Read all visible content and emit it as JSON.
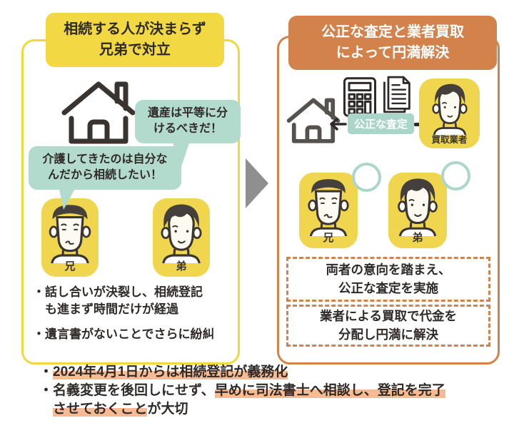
{
  "colors": {
    "yellow_border": "#f0d83f",
    "yellow_fill": "#f2d943",
    "character_yellow": "#f0d64f",
    "orange": "#d3824b",
    "teal_bubble": "#b2dbce",
    "teal_badge": "#a9d6c9",
    "highlight": "#f6bb93",
    "text_dark": "#2f2a28",
    "arrow_gray": "#8f8f8f"
  },
  "left_panel": {
    "title": "相続する人が決まらず\n兄弟で対立",
    "bubble_equal": "遺産は平等に分\nけるべきだ！",
    "bubble_care": "介護してきたのは自分な\nんだから相続したい！",
    "older_brother_label": "兄",
    "younger_brother_label": "弟",
    "bullets": [
      "・話し合いが決裂し、相続登記\n　も進まず時間だけが経過",
      "・遺言書がないことでさらに紛糾"
    ]
  },
  "right_panel": {
    "title": "公正な査定と業者買取\nによって円満解決",
    "appraisal_label": "公正な査定",
    "buyer_label": "買取業者",
    "older_brother_label": "兄",
    "younger_brother_label": "弟",
    "box_appraisal": "両者の意向を踏まえ、\n公正な査定を実施",
    "box_buyout": "業者による買取で代金を\n分配し円満に解決"
  },
  "footer": {
    "line1": {
      "bullet": "・",
      "pre": "",
      "hl": "2024年4月1日からは相続登記が義務化",
      "post": ""
    },
    "line2": {
      "bullet": "・",
      "pre": "名義変更を後回しにせず、",
      "hl": "早めに司法書士へ相談し、登記を完了",
      "post": ""
    },
    "line3": {
      "bullet": "",
      "pre": "　",
      "hl": "させておくこと",
      "post": "が大切"
    }
  }
}
